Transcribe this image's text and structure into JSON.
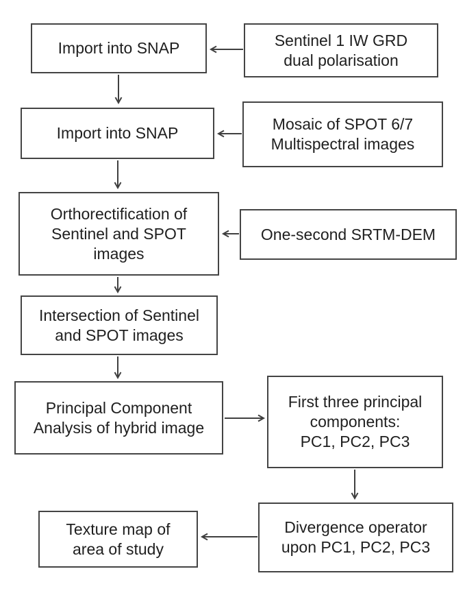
{
  "colors": {
    "background": "#ffffff",
    "box_border": "#444444",
    "text": "#1f1f1f",
    "arrow": "#3f3f3f"
  },
  "nodes": [
    {
      "id": "import-snap-1",
      "label": "Import into SNAP"
    },
    {
      "id": "sentinel-source",
      "label": "Sentinel 1 IW GRD\ndual polarisation"
    },
    {
      "id": "import-snap-2",
      "label": "Import into SNAP"
    },
    {
      "id": "spot-mosaic-source",
      "label": "Mosaic of SPOT 6/7\nMultispectral images"
    },
    {
      "id": "orthorectification",
      "label": "Orthorectification of\nSentinel and SPOT\nimages"
    },
    {
      "id": "srtm-dem-source",
      "label": "One-second SRTM-DEM"
    },
    {
      "id": "intersection",
      "label": "Intersection of Sentinel\nand SPOT images"
    },
    {
      "id": "pca",
      "label": "Principal Component\nAnalysis of hybrid image"
    },
    {
      "id": "principal-components",
      "label": "First three principal\ncomponents:\nPC1, PC2, PC3"
    },
    {
      "id": "divergence",
      "label": "Divergence operator\nupon PC1, PC2, PC3"
    },
    {
      "id": "texture-map",
      "label": "Texture map of\narea of study"
    }
  ],
  "edges": [
    {
      "from": "sentinel-source",
      "to": "import-snap-1"
    },
    {
      "from": "import-snap-1",
      "to": "import-snap-2"
    },
    {
      "from": "spot-mosaic-source",
      "to": "import-snap-2"
    },
    {
      "from": "import-snap-2",
      "to": "orthorectification"
    },
    {
      "from": "srtm-dem-source",
      "to": "orthorectification"
    },
    {
      "from": "orthorectification",
      "to": "intersection"
    },
    {
      "from": "intersection",
      "to": "pca"
    },
    {
      "from": "pca",
      "to": "principal-components"
    },
    {
      "from": "principal-components",
      "to": "divergence"
    },
    {
      "from": "divergence",
      "to": "texture-map"
    }
  ]
}
